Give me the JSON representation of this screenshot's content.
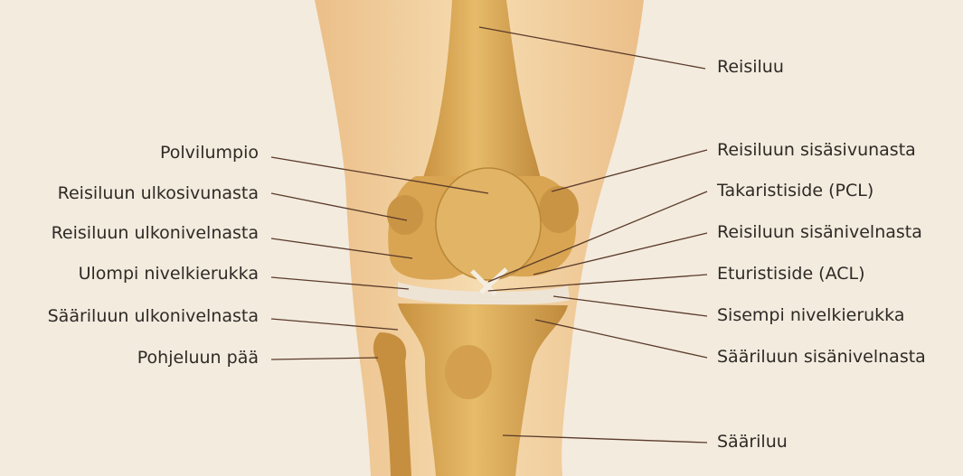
{
  "labels_left": [
    {
      "id": "polvilumpio",
      "text": "Polvilumpio"
    },
    {
      "id": "reisiluun-ulkosivunasta",
      "text": "Reisiluun ulkosivunasta"
    },
    {
      "id": "reisiluun-ulkonivelnasta",
      "text": "Reisiluun ulkonivelnasta"
    },
    {
      "id": "ulompi-nivelkierukka",
      "text": "Ulompi nivelkierukka"
    },
    {
      "id": "saariluun-ulkonivelnasta",
      "text": "Sääriluun ulkonivelnasta"
    },
    {
      "id": "pohjeluun-paa",
      "text": "Pohjeluun pää"
    }
  ],
  "labels_right": [
    {
      "id": "reisiluu",
      "text": "Reisiluu"
    },
    {
      "id": "reisiluun-sisasivunasta",
      "text": "Reisiluun sisäsivunasta"
    },
    {
      "id": "takaristiside",
      "text": "Takaristiside (PCL)"
    },
    {
      "id": "reisiluun-sisanivelnasta",
      "text": "Reisiluun sisänivelnasta"
    },
    {
      "id": "eturistiside",
      "text": "Eturistiside (ACL)"
    },
    {
      "id": "sisempi-nivelkierukka",
      "text": "Sisempi nivelkierukka"
    },
    {
      "id": "saariluun-sisanivelnasta",
      "text": "Sääriluun sisänivelnasta"
    },
    {
      "id": "saariluu",
      "text": "Sääriluu"
    }
  ],
  "colors": {
    "background": "#f3ebde",
    "skin": "#f1c98a",
    "bone": "#dcaa55",
    "bone_shadow": "#b07d35",
    "leader_line": "#5a3b2a",
    "text": "#2e2a26"
  }
}
